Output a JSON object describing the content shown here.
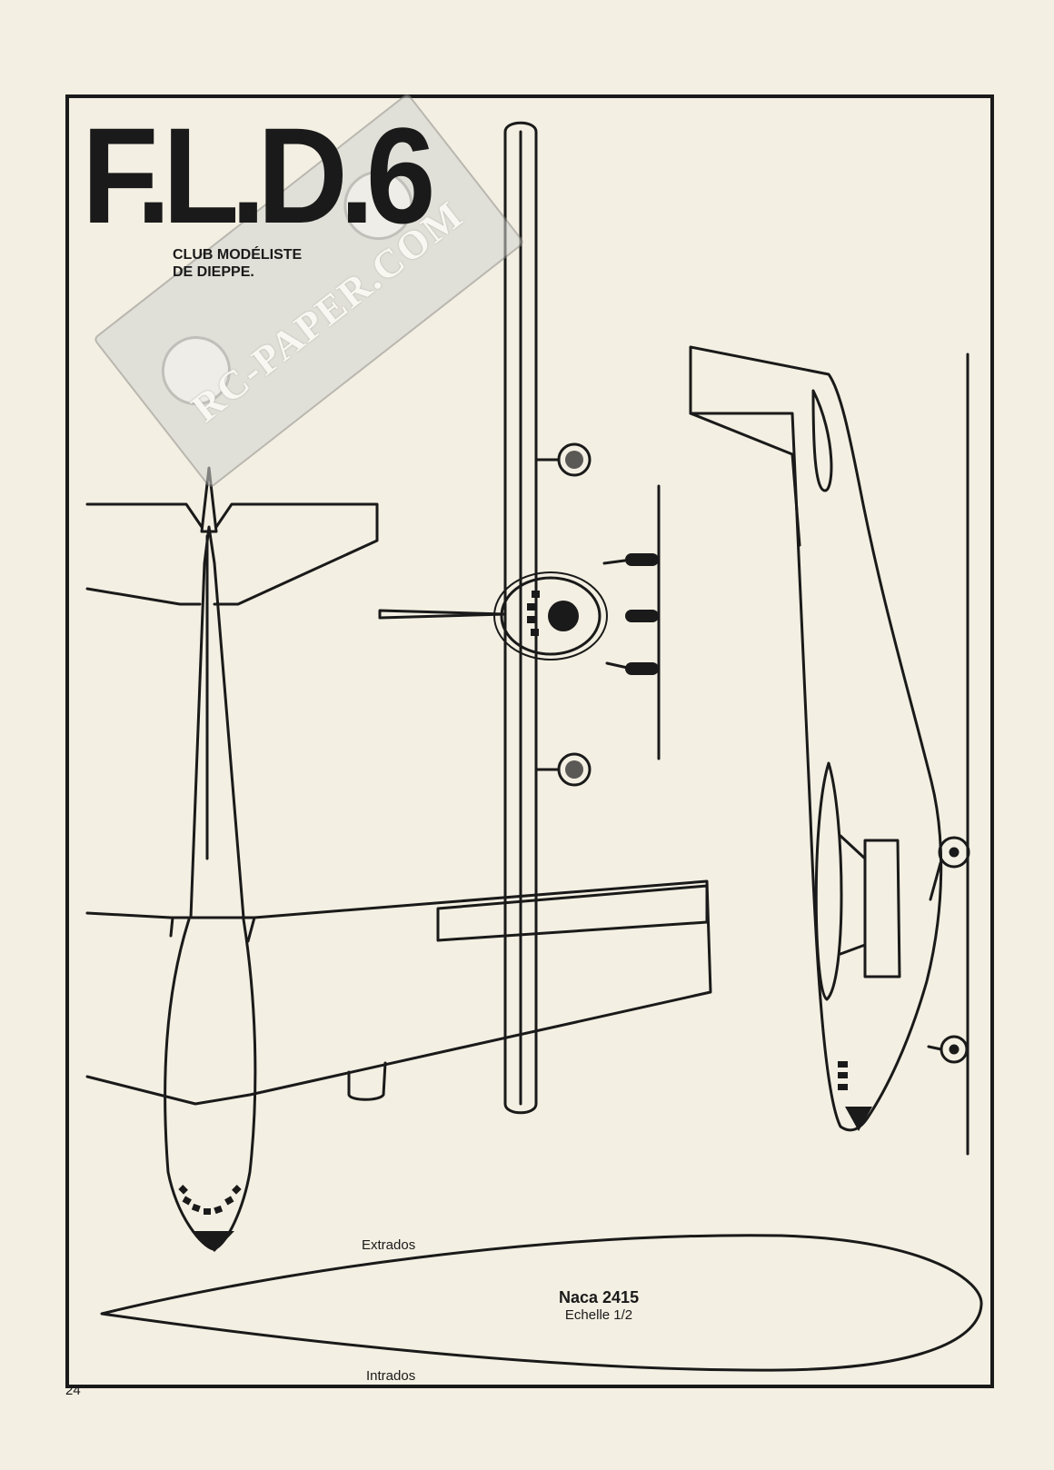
{
  "title": "F.L.D.6",
  "subtitle": {
    "line1": "CLUB MODÉLISTE",
    "line2": "DE DIEPPE."
  },
  "watermark": "RC-PAPER.COM",
  "airfoil": {
    "upper_label": "Extrados",
    "lower_label": "Intrados",
    "name": "Naca 2415",
    "scale": "Echelle 1/2"
  },
  "page_number": "24",
  "colors": {
    "paper": "#f3efe2",
    "ink": "#1a1a1a"
  }
}
